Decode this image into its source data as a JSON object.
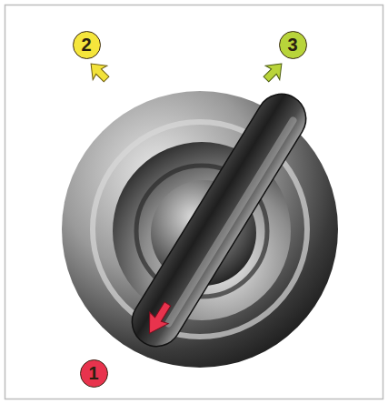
{
  "diagram": {
    "nodes": [
      {
        "text": [
          "2"
        ]
      },
      {
        "text": [
          "3"
        ]
      },
      {
        "text": [
          "1"
        ]
      }
    ]
  }
}
